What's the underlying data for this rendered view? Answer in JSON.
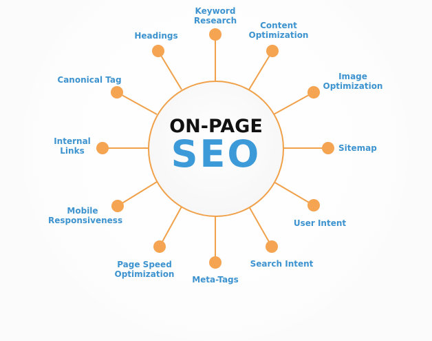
{
  "diagram": {
    "type": "hub-and-spoke",
    "center": {
      "title": "ON-PAGE",
      "subtitle": "SEO"
    },
    "colors": {
      "spoke": "#f0a048",
      "node": "#f5a452",
      "label": "#3d93cf",
      "title": "#111111",
      "subtitle": "#3d9ad8",
      "background": "#fbfbfb"
    },
    "nodes": [
      {
        "label_lines": [
          "Keyword",
          "Research"
        ],
        "label": "Keyword Research"
      },
      {
        "label_lines": [
          "Content",
          "Optimization"
        ],
        "label": "Content Optimization"
      },
      {
        "label_lines": [
          "Image",
          "Optimization"
        ],
        "label": "Image Optimization"
      },
      {
        "label_lines": [
          "Sitemap"
        ],
        "label": "Sitemap"
      },
      {
        "label_lines": [
          "User Intent"
        ],
        "label": "User Intent"
      },
      {
        "label_lines": [
          "Search Intent"
        ],
        "label": "Search Intent"
      },
      {
        "label_lines": [
          "Meta-Tags"
        ],
        "label": "Meta-Tags"
      },
      {
        "label_lines": [
          "Page Speed",
          "Optimization"
        ],
        "label": "Page Speed Optimization"
      },
      {
        "label_lines": [
          "Mobile",
          "Responsiveness"
        ],
        "label": "Mobile Responsiveness"
      },
      {
        "label_lines": [
          "Internal",
          "Links"
        ],
        "label": "Internal Links"
      },
      {
        "label_lines": [
          "Canonical Tag"
        ],
        "label": "Canonical Tag"
      },
      {
        "label_lines": [
          "Headings"
        ],
        "label": "Headings"
      }
    ]
  }
}
